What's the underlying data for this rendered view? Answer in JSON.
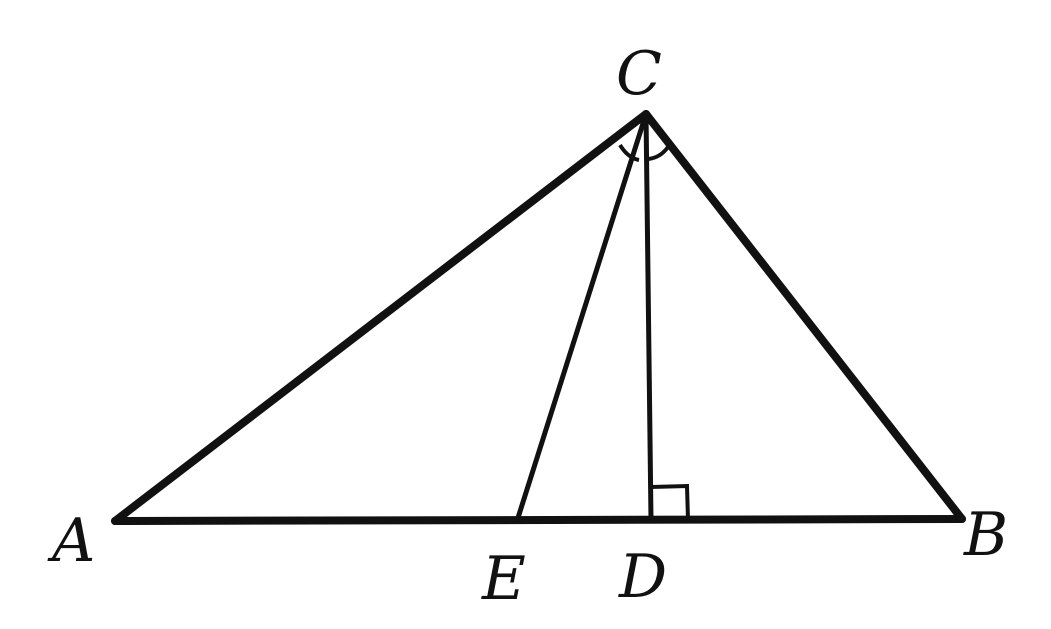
{
  "diagram": {
    "points": {
      "A": {
        "label": "A"
      },
      "B": {
        "label": "B"
      },
      "C": {
        "label": "C"
      },
      "D": {
        "label": "D"
      },
      "E": {
        "label": "E"
      }
    },
    "segments": [
      "AB",
      "AC",
      "BC",
      "CE",
      "CD"
    ],
    "marks": {
      "right_angle_at": "D",
      "equal_angles_at": "C"
    },
    "color": "#111111"
  }
}
